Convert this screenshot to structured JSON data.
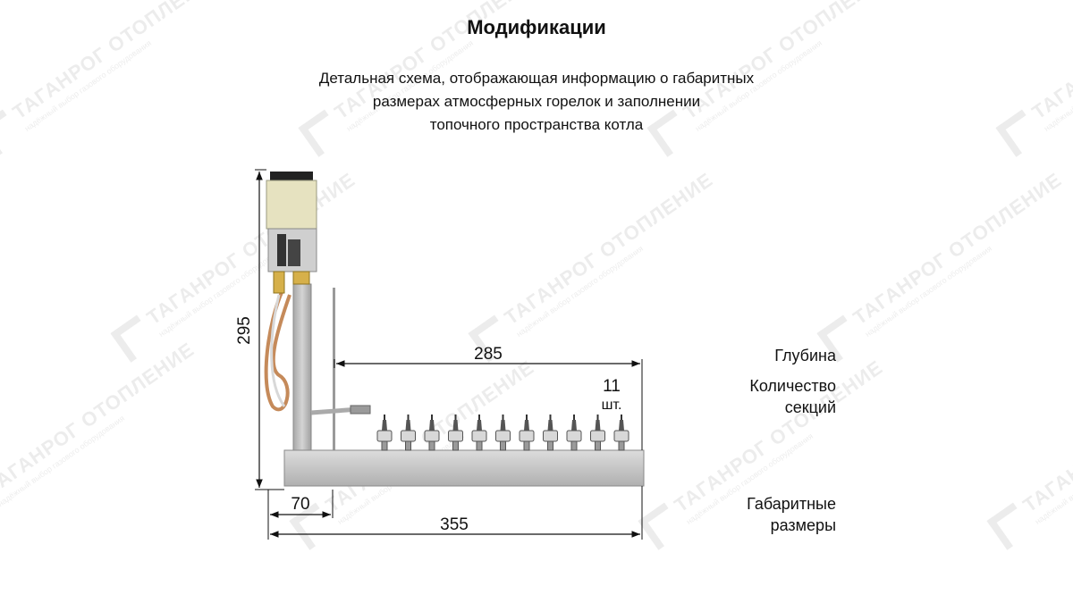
{
  "title": "Модификации",
  "subtitle_lines": [
    "Детальная схема, отображающая информацию о габаритных",
    "размерах атмосферных горелок и заполнении",
    "топочного пространства котла"
  ],
  "watermark": {
    "brand": "ТАГАНРОГ ОТОПЛЕНИЕ",
    "tagline": "надёжный выбор газового оборудования"
  },
  "dimensions": {
    "height": "295",
    "depth": "285",
    "offset": "70",
    "total_length": "355",
    "sections_count": "11",
    "sections_unit": "шт."
  },
  "legend": {
    "depth_label": "Глубина",
    "sections_label_line1": "Количество",
    "sections_label_line2": "секций",
    "overall_label_line1": "Габаритные",
    "overall_label_line2": "размеры"
  },
  "colors": {
    "valve_body": "#e6e2c0",
    "valve_dark": "#3a3a3a",
    "manifold": "#c9c9c9",
    "tube": "#b8b8b8",
    "burner_cap": "#d8d8d8",
    "thermocouple": "#c58a5a",
    "brass": "#d6b04a",
    "dim_line": "#111111"
  },
  "burner_count": 11
}
